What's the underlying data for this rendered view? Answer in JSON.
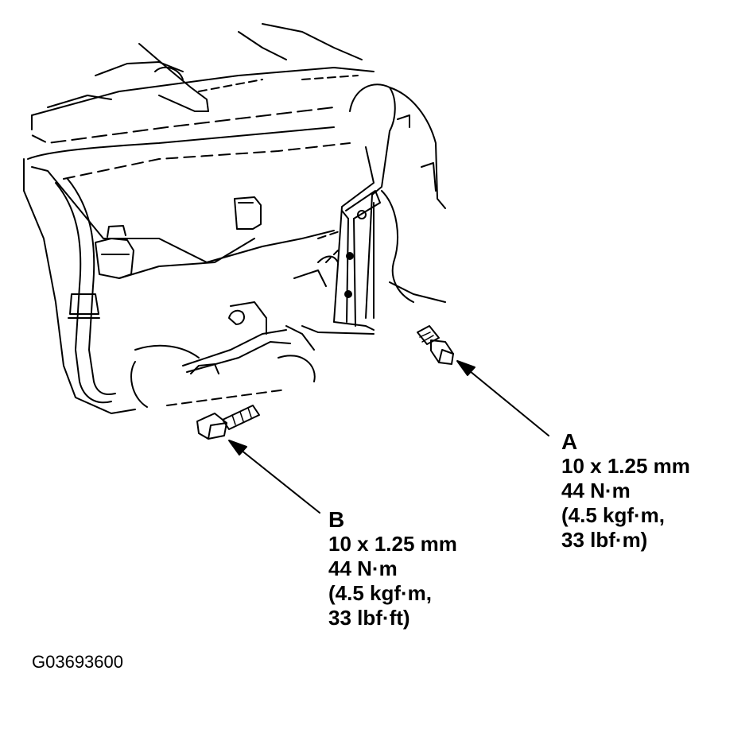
{
  "callouts": [
    {
      "letter": "A",
      "size": "10 x 1.25 mm",
      "torque_nm": "44 N·m",
      "torque_kgf": "(4.5 kgf·m,",
      "torque_lbf": "33 lbf·m)"
    },
    {
      "letter": "B",
      "size": "10 x 1.25 mm",
      "torque_nm": "44 N·m",
      "torque_kgf": "(4.5 kgf·m,",
      "torque_lbf": "33 lbf·ft)"
    }
  ],
  "figure_id": "G03693600",
  "colors": {
    "line": "#000000",
    "background": "#ffffff"
  }
}
